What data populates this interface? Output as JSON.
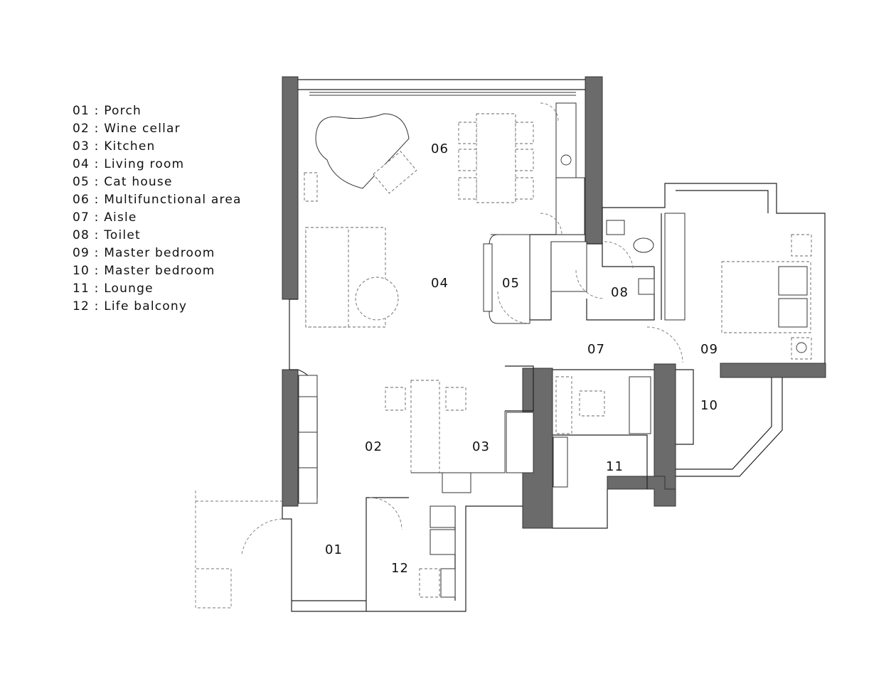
{
  "legend": [
    {
      "num": "01",
      "name": "Porch"
    },
    {
      "num": "02",
      "name": "Wine cellar"
    },
    {
      "num": "03",
      "name": "Kitchen"
    },
    {
      "num": "04",
      "name": "Living room"
    },
    {
      "num": "05",
      "name": "Cat house"
    },
    {
      "num": "06",
      "name": "Multifunctional area"
    },
    {
      "num": "07",
      "name": "Aisle"
    },
    {
      "num": "08",
      "name": "Toilet"
    },
    {
      "num": "09",
      "name": "Master bedroom"
    },
    {
      "num": "10",
      "name": "Master bedroom"
    },
    {
      "num": "11",
      "name": "Lounge"
    },
    {
      "num": "12",
      "name": "Life balcony"
    }
  ],
  "separator": " : ",
  "room_labels": [
    "01",
    "02",
    "03",
    "04",
    "05",
    "06",
    "07",
    "08",
    "09",
    "10",
    "11",
    "12"
  ]
}
